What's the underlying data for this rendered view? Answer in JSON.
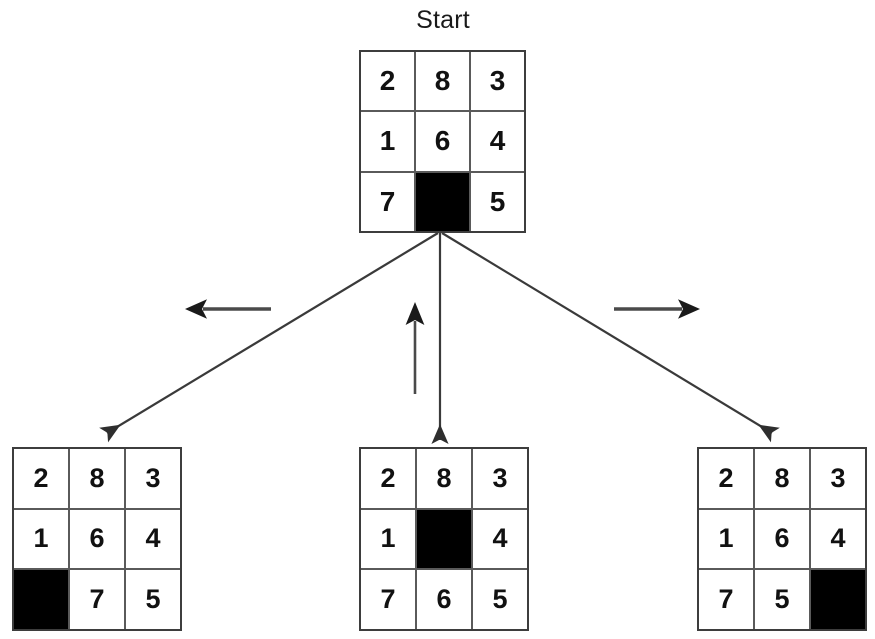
{
  "diagram": {
    "title_label": "Start",
    "type": "search-tree",
    "description": "8-puzzle state space: start state expanded into three successor states by moving the blank tile left, up, and right",
    "colors": {
      "background": "#ffffff",
      "tile_fill": "#ffffff",
      "blank_fill": "#000000",
      "grid_line": "#3d3d3d",
      "text": "#111111",
      "edge": "#3a3a3a"
    }
  },
  "nodes": {
    "start": {
      "label": "Start",
      "name": "start-state",
      "grid": [
        [
          "2",
          "8",
          "3"
        ],
        [
          "1",
          "6",
          "4"
        ],
        [
          "7",
          "",
          "5"
        ]
      ],
      "blank": [
        2,
        1
      ]
    },
    "children": [
      {
        "name": "successor-left",
        "move": "left",
        "move_arrow_glyph": "←",
        "grid": [
          [
            "2",
            "8",
            "3"
          ],
          [
            "1",
            "6",
            "4"
          ],
          [
            "",
            "7",
            "5"
          ]
        ],
        "blank": [
          2,
          0
        ]
      },
      {
        "name": "successor-up",
        "move": "up",
        "move_arrow_glyph": "↑",
        "grid": [
          [
            "2",
            "8",
            "3"
          ],
          [
            "1",
            "",
            "4"
          ],
          [
            "7",
            "6",
            "5"
          ]
        ],
        "blank": [
          1,
          1
        ]
      },
      {
        "name": "successor-right",
        "move": "right",
        "move_arrow_glyph": "→",
        "grid": [
          [
            "2",
            "8",
            "3"
          ],
          [
            "1",
            "6",
            "4"
          ],
          [
            "7",
            "5",
            ""
          ]
        ],
        "blank": [
          2,
          2
        ]
      }
    ]
  },
  "edges": [
    {
      "name": "edge-to-left",
      "from": "start",
      "to": "successor-left"
    },
    {
      "name": "edge-to-middle",
      "from": "start",
      "to": "successor-up"
    },
    {
      "name": "edge-to-right",
      "from": "start",
      "to": "successor-right"
    }
  ]
}
